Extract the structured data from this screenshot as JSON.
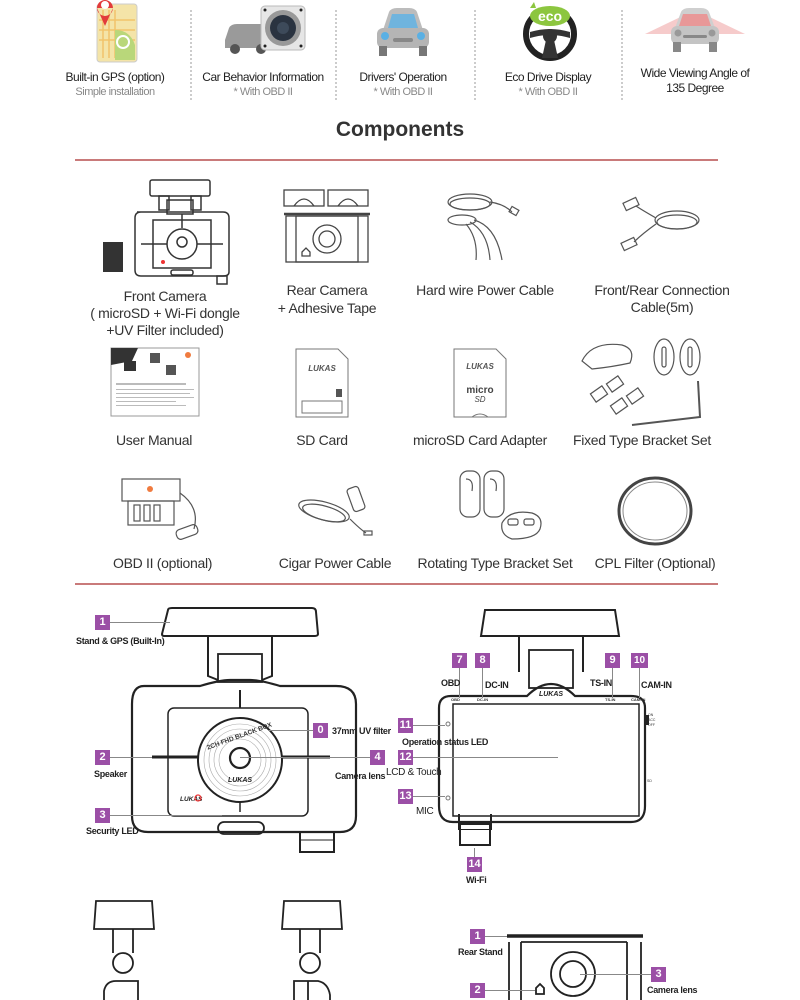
{
  "features": [
    {
      "title": "Built-in GPS (option)",
      "subtitle": "Simple installation",
      "icon": "gps-map-pin-icon"
    },
    {
      "title": "Car Behavior Information",
      "subtitle": "* With OBD II",
      "icon": "car-camera-icon"
    },
    {
      "title": "Drivers' Operation",
      "subtitle": "* With OBD II",
      "icon": "car-front-icon"
    },
    {
      "title": "Eco Drive Display",
      "subtitle": "* With OBD II",
      "icon": "eco-steering-wheel-icon"
    },
    {
      "title": "Wide Viewing Angle of",
      "subtitle": "135 Degree",
      "icon": "wide-angle-car-icon"
    }
  ],
  "components": {
    "title": "Components",
    "accent_color": "#c97a7a",
    "items": [
      {
        "label_lines": [
          "Front Camera",
          "( microSD +  Wi-Fi dongle",
          "+UV Filter included)"
        ]
      },
      {
        "label_lines": [
          "Rear Camera",
          "+ Adhesive Tape"
        ]
      },
      {
        "label_lines": [
          "Hard wire Power Cable"
        ]
      },
      {
        "label_lines": [
          "Front/Rear Connection Cable(5m)"
        ]
      },
      {
        "label_lines": [
          "User Manual"
        ]
      },
      {
        "label_lines": [
          "SD Card"
        ]
      },
      {
        "label_lines": [
          "microSD Card Adapter"
        ]
      },
      {
        "label_lines": [
          "Fixed Type Bracket Set"
        ]
      },
      {
        "label_lines": [
          "OBD  II  (optional)"
        ]
      },
      {
        "label_lines": [
          "Cigar Power Cable"
        ]
      },
      {
        "label_lines": [
          "Rotating Type Bracket Set"
        ]
      },
      {
        "label_lines": [
          "CPL Filter (Optional)"
        ]
      }
    ],
    "brand": "LUKAS"
  },
  "front_diagram": {
    "badge_color": "#9b4fa6",
    "product_text": "2CH FHD BLACK BOX",
    "brand": "LUKAS",
    "callouts": [
      {
        "num": "1",
        "label": "Stand & GPS (Built-In)"
      },
      {
        "num": "0",
        "label": "37mm UV filter"
      },
      {
        "num": "2",
        "label": "Speaker"
      },
      {
        "num": "4",
        "label": "Camera lens"
      },
      {
        "num": "3",
        "label": "Security LED"
      }
    ]
  },
  "back_diagram": {
    "brand": "LUKAS",
    "port_labels": [
      "OBD",
      "DC-IN",
      "TS-IN",
      "CAM-IN"
    ],
    "side_labels": [
      "ON",
      "ACC",
      "OFF",
      "SD"
    ],
    "callouts": [
      {
        "num": "7",
        "label": "OBD"
      },
      {
        "num": "8",
        "label": "DC-IN"
      },
      {
        "num": "9",
        "label": "TS-IN"
      },
      {
        "num": "10",
        "label": "CAM-IN"
      },
      {
        "num": "11",
        "label": "Operation status LED"
      },
      {
        "num": "12",
        "label": "LCD & Touch"
      },
      {
        "num": "13",
        "label": "MIC"
      },
      {
        "num": "14",
        "label": "Wi-Fi"
      }
    ]
  },
  "rear_diagram": {
    "callouts": [
      {
        "num": "1",
        "label": "Rear Stand"
      },
      {
        "num": "3",
        "label": "Camera lens"
      },
      {
        "num": "2",
        "label": ""
      }
    ]
  }
}
